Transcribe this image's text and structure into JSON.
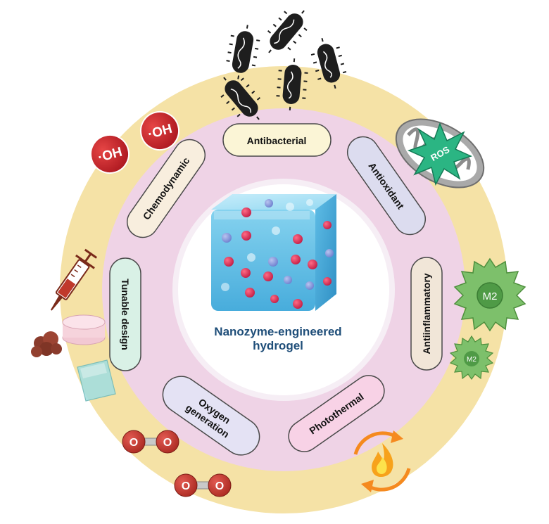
{
  "center": {
    "title_line1": "Nanozyme-engineered",
    "title_line2": "hydrogel"
  },
  "features": [
    {
      "id": "antibacterial",
      "label": "Antibacterial"
    },
    {
      "id": "antioxidant",
      "label": "Antioxidant"
    },
    {
      "id": "antiinflammatory",
      "label": "Antiinflammatory"
    },
    {
      "id": "photothermal",
      "label": "Photothermal"
    },
    {
      "id": "oxygen-generation",
      "label_line1": "Oxygen",
      "label_line2": "generation"
    },
    {
      "id": "tunable-design",
      "label": "Tunable design"
    },
    {
      "id": "chemodynamic",
      "label": "Chemodynamic"
    }
  ],
  "icons": {
    "hydroxyl_radical": "·OH",
    "ros": "ROS",
    "macrophage": "M2",
    "oxygen_atom": "O"
  },
  "colors": {
    "outer_ring": "#f5e2a6",
    "middle_ring": "#efd3e6",
    "inner_circle": "#ffffff",
    "center_title": "#1f4e79",
    "antibacterial": "#fbf5d6",
    "antioxidant": "#dcdcef",
    "antiinflammatory": "#f1e6d8",
    "photothermal": "#f8d2e6",
    "oxygen_generation": "#e4e2f4",
    "tunable_design": "#d9f1e6",
    "chemodynamic": "#f8eede",
    "radical_red": "#c8222c",
    "macrophage_green": "#6fb05f",
    "flame_orange": "#f58a1f"
  }
}
